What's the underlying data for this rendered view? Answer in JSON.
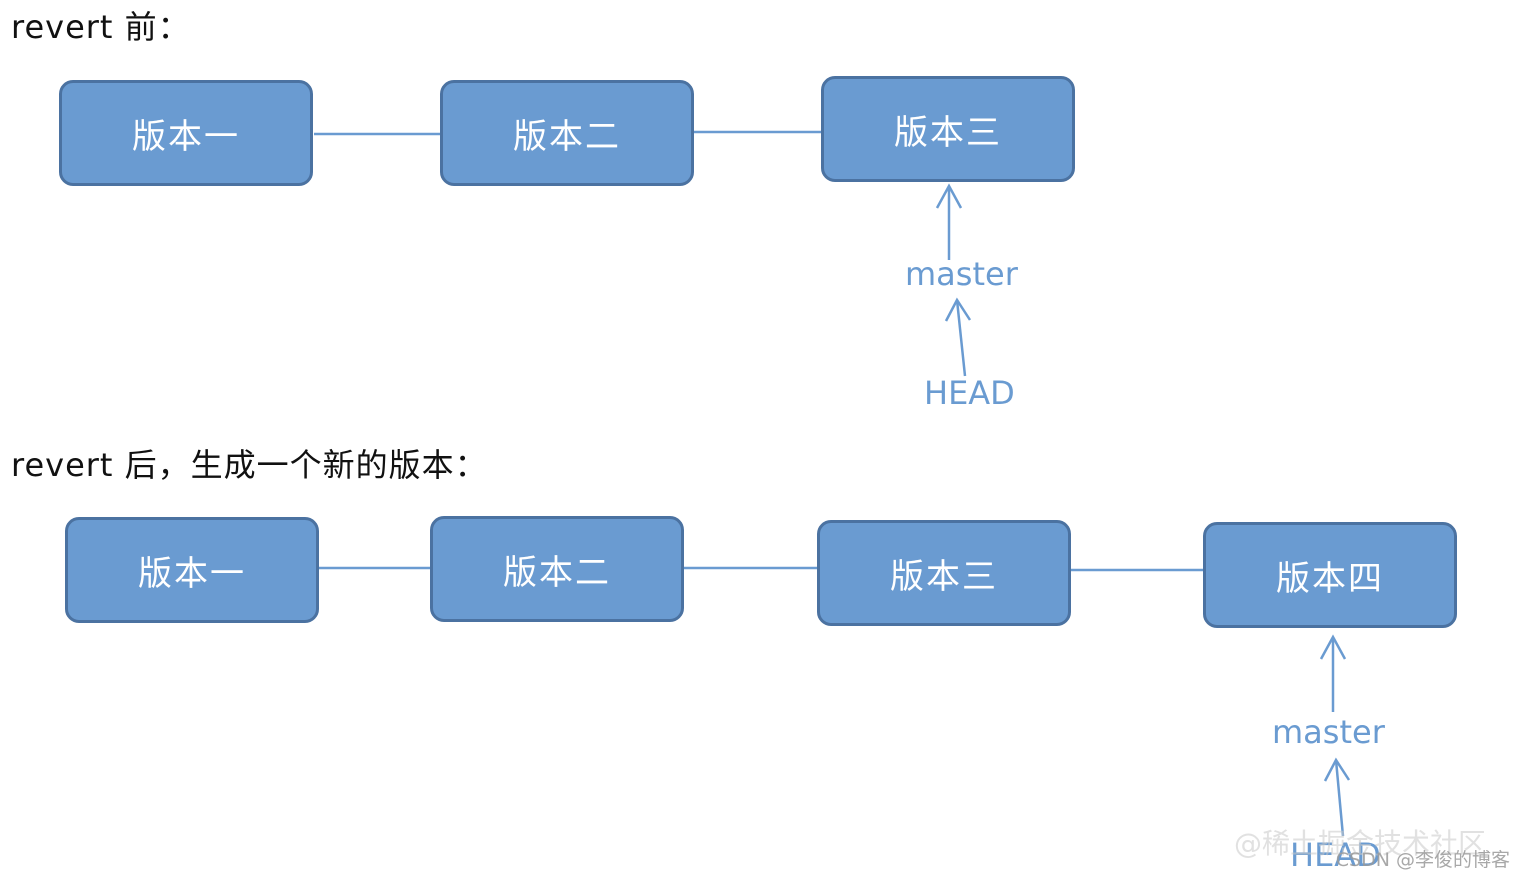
{
  "before": {
    "title": "revert 前：",
    "versions": [
      "版本一",
      "版本二",
      "版本三"
    ],
    "branch_label": "master",
    "head_label": "HEAD"
  },
  "after": {
    "title": "revert 后，生成一个新的版本：",
    "versions": [
      "版本一",
      "版本二",
      "版本三",
      "版本四"
    ],
    "branch_label": "master",
    "head_label": "HEAD"
  },
  "watermark": {
    "primary": "CSDN @李俊的博客",
    "secondary": "@稀土掘金技术社区"
  },
  "colors": {
    "node_fill": "#6a9bd1",
    "node_border": "#4b72a1",
    "connector": "#6a9bd1",
    "label_text": "#6a9bd1"
  }
}
